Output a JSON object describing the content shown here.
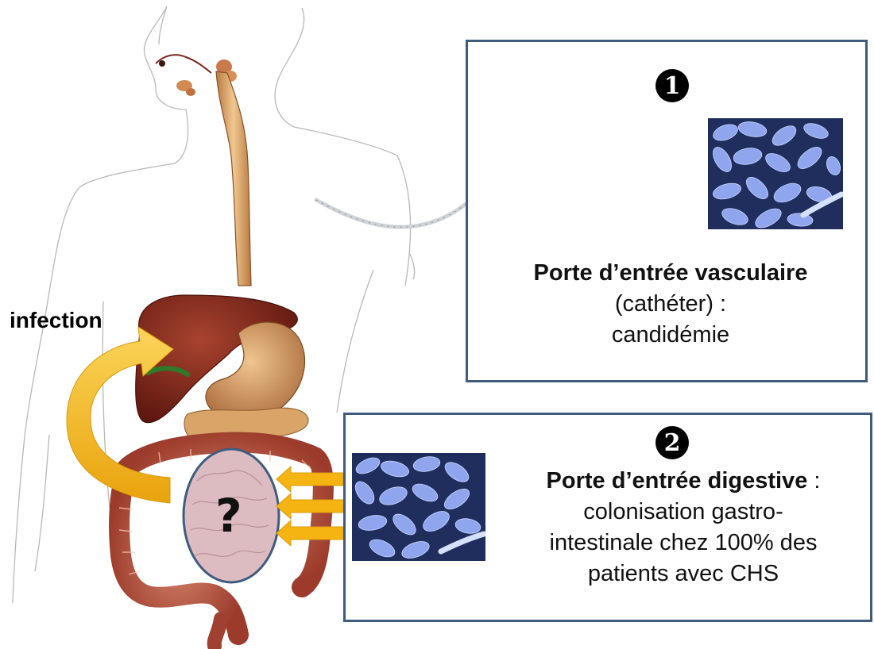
{
  "diagram": {
    "infection_label": "infection",
    "question_mark": "?",
    "box_vascular": {
      "number": "1",
      "bold_lead": "Porte d’entrée vasculaire",
      "paren": " (cathéter) :",
      "rest": "candidémie"
    },
    "box_digestive": {
      "number": "2",
      "bold_lead": "Porte d’entrée digestive",
      "after_bold": " :",
      "line2": "colonisation gastro-",
      "line3": "intestinale chez 100% des",
      "line4": "patients avec CHS"
    },
    "colors": {
      "box_border": "#3f5c7f",
      "arrow": "#f5b412",
      "liver": "#7a2418",
      "stomach": "#c98a52",
      "intestine": "#c0614a",
      "esophagus": "#d9a060",
      "cluster_oval": "#dcbcc0",
      "yeast": "#8fa6ef",
      "sem_bg": "#1f2e5c"
    }
  }
}
